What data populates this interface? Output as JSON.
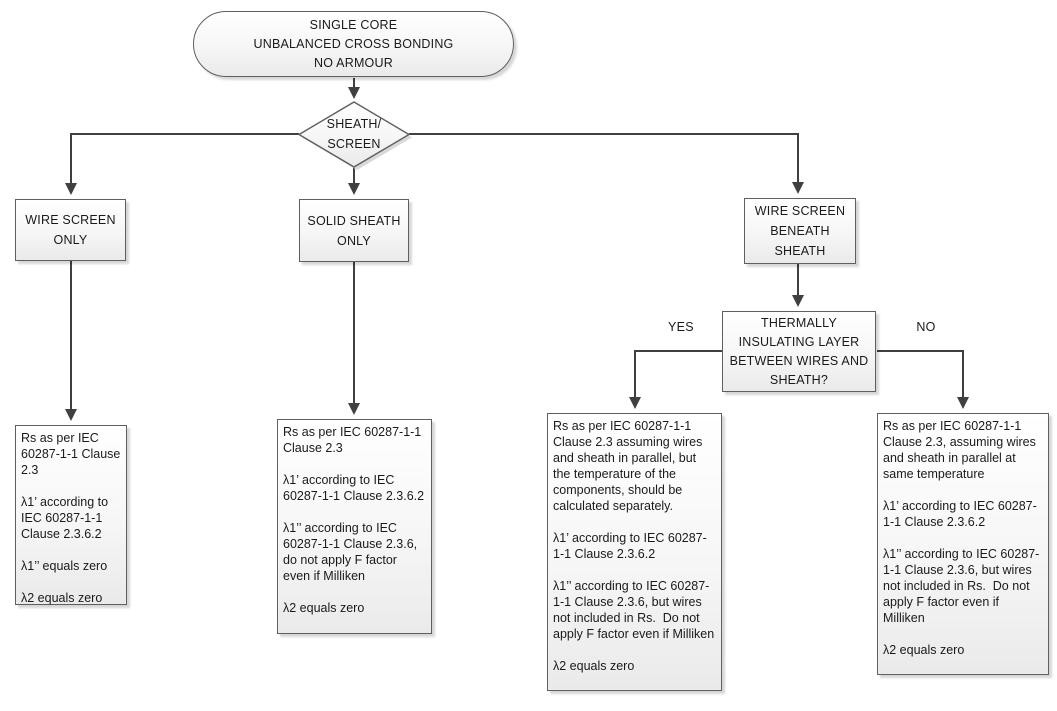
{
  "flowchart": {
    "start": {
      "lines": [
        "SINGLE CORE",
        "UNBALANCED CROSS BONDING",
        "NO ARMOUR"
      ]
    },
    "sheath_screen_decision": {
      "lines": [
        "SHEATH/",
        "SCREEN"
      ]
    },
    "branches": {
      "wire_screen_only": {
        "lines": [
          "WIRE SCREEN",
          "ONLY"
        ]
      },
      "solid_sheath_only": {
        "lines": [
          "SOLID SHEATH",
          "ONLY"
        ]
      },
      "wire_screen_beneath_sheath": {
        "lines": [
          "WIRE SCREEN",
          "BENEATH",
          "SHEATH"
        ]
      }
    },
    "thermal_decision": {
      "lines": [
        "THERMALLY",
        "INSULATING LAYER",
        "BETWEEN WIRES AND",
        "SHEATH?"
      ],
      "yes_label": "YES",
      "no_label": "NO"
    },
    "outcomes": {
      "wire_screen_only": {
        "paragraphs": [
          "Rs as per IEC 60287-1-1 Clause 2.3",
          "λ1’ according to IEC 60287-1-1 Clause 2.3.6.2",
          "λ1’’ equals zero",
          "λ2 equals zero"
        ]
      },
      "solid_sheath_only": {
        "paragraphs": [
          "Rs as per IEC 60287-1-1 Clause 2.3",
          "λ1’ according to IEC 60287-1-1 Clause 2.3.6.2",
          "λ1’’ according to IEC 60287-1-1 Clause 2.3.6, do not apply F factor even if Milliken",
          "λ2 equals zero"
        ]
      },
      "thermal_yes": {
        "paragraphs": [
          "Rs as per IEC 60287-1-1 Clause 2.3 assuming wires and sheath in parallel, but the temperature of the components, should be calculated separately.",
          "λ1’ according to IEC 60287-1-1 Clause 2.3.6.2",
          "λ1’’ according to IEC 60287-1-1 Clause 2.3.6, but wires not included in Rs.  Do not apply F factor even if Milliken",
          "λ2 equals zero"
        ]
      },
      "thermal_no": {
        "paragraphs": [
          "Rs as per IEC 60287-1-1 Clause 2.3, assuming wires and sheath in parallel at same temperature",
          "λ1’ according to IEC 60287-1-1 Clause 2.3.6.2",
          "λ1’’ according to IEC 60287-1-1 Clause 2.3.6, but wires not included in Rs.  Do not apply F factor even if Milliken",
          "λ2 equals zero"
        ]
      }
    }
  },
  "colors": {
    "background": "#ffffff",
    "connector_line": "#404040",
    "shape_border": "#5f5f5f",
    "shape_fill_top": "#ffffff",
    "shape_fill_bottom": "#eaeaea",
    "shadow": "#d9d9d9",
    "text": "#1a1a1a"
  }
}
